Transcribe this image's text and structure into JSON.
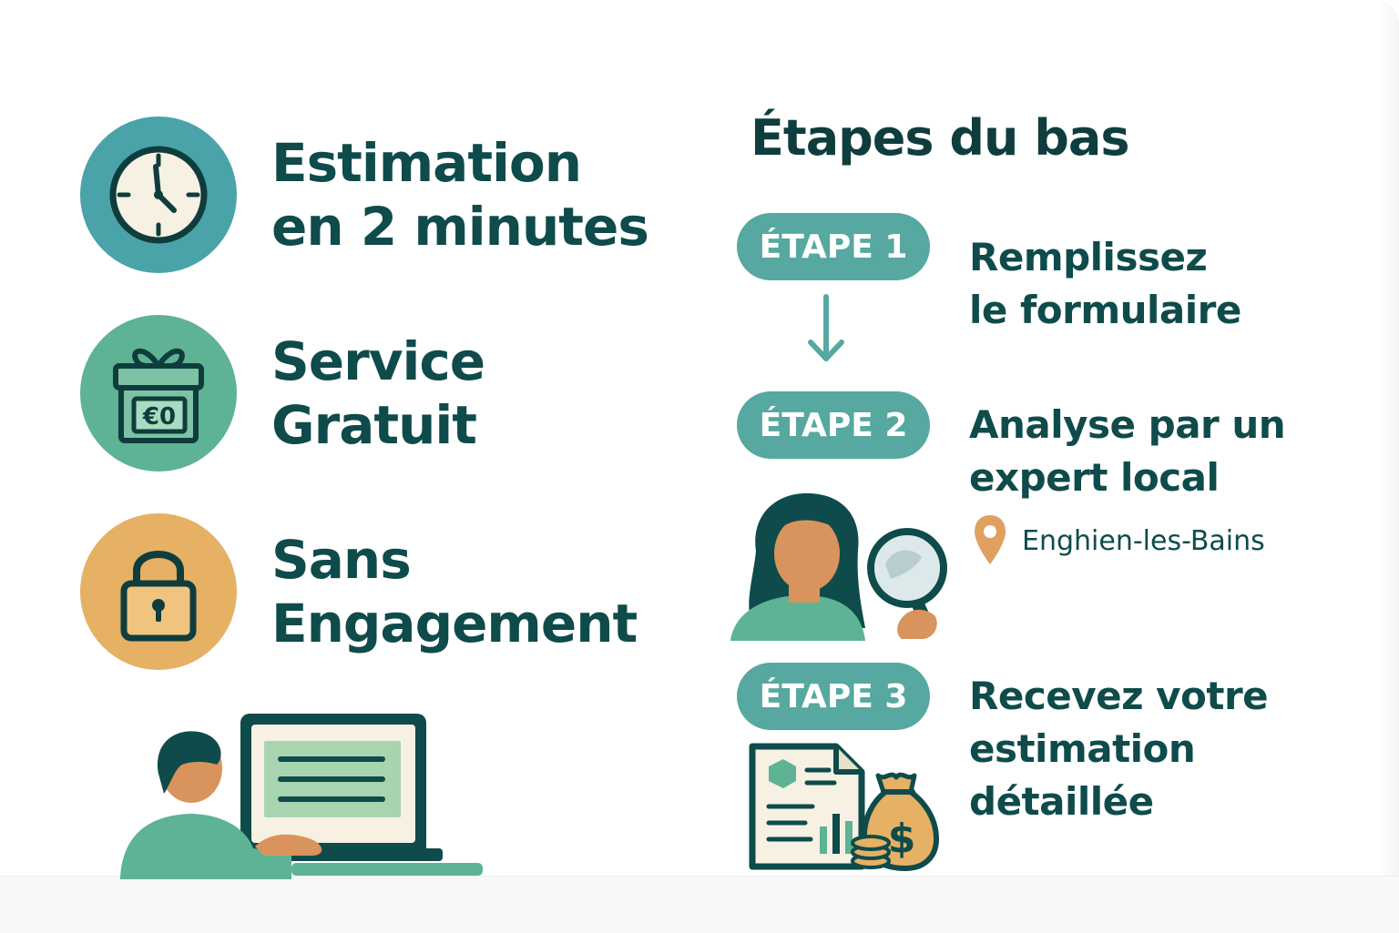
{
  "features": [
    {
      "icon": "clock-icon",
      "line1": "Estimation",
      "line2": "en 2 minutes",
      "color": "#4aa3a8"
    },
    {
      "icon": "gift-euro-icon",
      "badge": "€0",
      "line1": "Service",
      "line2": "Gratuit",
      "color": "#5db394"
    },
    {
      "icon": "lock-icon",
      "line1": "Sans",
      "line2": "Engagement",
      "color": "#e6b065"
    }
  ],
  "steps_title": "Étapes du bas",
  "steps": [
    {
      "label": "ÉTAPE 1",
      "line1": "Remplissez",
      "line2": "le formulaire"
    },
    {
      "label": "ÉTAPE 2",
      "line1": "Analyse par un",
      "line2": "expert local",
      "location": "Enghien-les-Bains"
    },
    {
      "label": "ÉTAPE 3",
      "line1": "Recevez votre",
      "line2": "estimation",
      "line3": "détaillée"
    }
  ],
  "colors": {
    "dark_teal": "#0f4b4b",
    "pill": "#56a8a0",
    "green": "#5db394",
    "orange": "#e6b065",
    "pin": "#e0a060",
    "skin": "#d9935c"
  }
}
